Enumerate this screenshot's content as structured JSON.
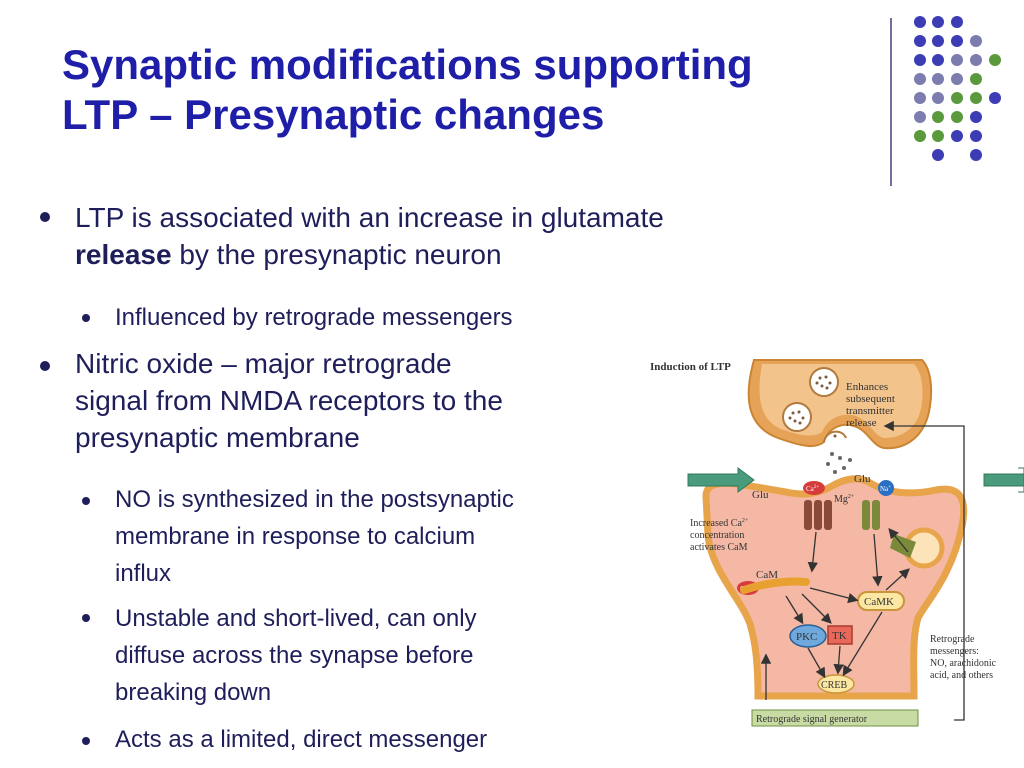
{
  "slide": {
    "title_line1": "Synaptic modifications supporting",
    "title_line2": "LTP – Presynaptic changes"
  },
  "bullets": {
    "b1_line1": "LTP is associated with an increase in glutamate",
    "b1_bold": "release",
    "b1_rest": " by the presynaptic neuron",
    "b1_sub1": "Influenced by retrograde messengers",
    "b2_line1": "Nitric oxide – major retrograde",
    "b2_line2": "signal from NMDA receptors to the",
    "b2_line3": "presynaptic membrane",
    "b2_sub1_l1": "NO is synthesized in the postsynaptic",
    "b2_sub1_l2": "membrane in response to calcium",
    "b2_sub1_l3": "influx",
    "b2_sub2_l1": "Unstable and short-lived, can only",
    "b2_sub2_l2": "diffuse across the synapse before",
    "b2_sub2_l3": "breaking down",
    "b2_sub3_l1": "Acts as a limited, direct messenger"
  },
  "figure": {
    "title": "Induction of LTP",
    "enhances_l1": "Enhances",
    "enhances_l2": "subsequent",
    "enhances_l3": "transmitter",
    "enhances_l4": "release",
    "glu_top": "Glu",
    "glu_left": "Glu",
    "ca_ion": "Ca",
    "ca_sup": "2+",
    "mg_ion": "Mg",
    "mg_sup": "2+",
    "na_ion": "Na",
    "na_sup": "+",
    "increased_l1": "Increased Ca",
    "increased_sup": "2+",
    "increased_l2": "concentration",
    "increased_l3": "activates CaM",
    "cam": "CaM",
    "camk": "CaMK",
    "pkc": "PKC",
    "tk": "TK",
    "creb": "CREB",
    "retro_l1": "Retrograde",
    "retro_l2": "messengers:",
    "retro_l3": "NO, arachidonic",
    "retro_l4": "acid, and others",
    "generator": "Retrograde signal generator",
    "colors": {
      "presynaptic": "#e6a357",
      "postsynaptic": "#f4b8a5",
      "membrane": "#f6cf7a",
      "pkc": "#6fa8dc",
      "tk": "#e8695a",
      "creb": "#fbe7a2",
      "generator": "#c9dba4",
      "arrow_green": "#4a9a7c"
    }
  },
  "decor": {
    "colors": {
      "blue": "#3c3cb4",
      "gray": "#7c7cae",
      "green": "#5a9a3c"
    }
  }
}
